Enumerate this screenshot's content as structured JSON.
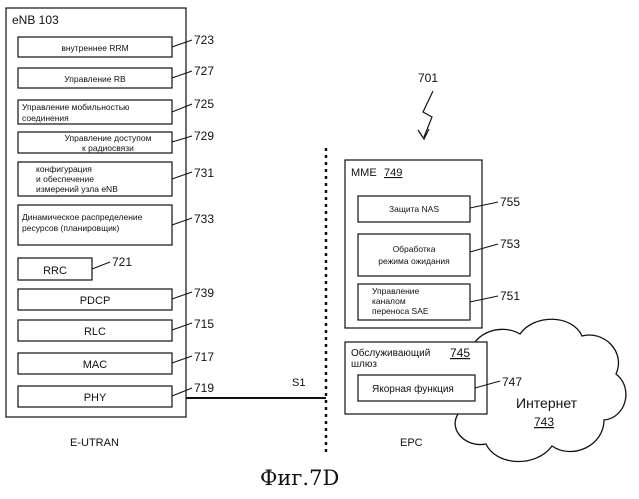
{
  "enb": {
    "title": "eNB 103",
    "modules": [
      {
        "lines": [
          "внутреннее RRM"
        ],
        "ref": "723"
      },
      {
        "lines": [
          "Управление RB"
        ],
        "ref": "727"
      },
      {
        "lines": [
          "Управление мобильностью",
          "соединения"
        ],
        "ref": "725"
      },
      {
        "lines": [
          "Управление доступом",
          "к радиосвязи"
        ],
        "ref": "729"
      },
      {
        "lines": [
          "конфигурация",
          "и обеспечение",
          "измерений узла eNB"
        ],
        "ref": "731"
      },
      {
        "lines": [
          "Динамическое распределение",
          "ресурсов (планировщик)"
        ],
        "ref": "733"
      }
    ],
    "layers": [
      {
        "label": "RRC",
        "ref": "721"
      },
      {
        "label": "PDCP",
        "ref": "739"
      },
      {
        "label": "RLC",
        "ref": "715"
      },
      {
        "label": "MAC",
        "ref": "717"
      },
      {
        "label": "PHY",
        "ref": "719"
      }
    ],
    "region_label": "E-UTRAN"
  },
  "system_ref": "701",
  "interface_label": "S1",
  "mme": {
    "title": "MME",
    "ref": "749",
    "modules": [
      {
        "lines": [
          "Защита NAS"
        ],
        "ref": "755"
      },
      {
        "lines": [
          "Обработка",
          "режима ожидания"
        ],
        "ref": "753"
      },
      {
        "lines": [
          "Управление",
          "каналом",
          "переноса SAE"
        ],
        "ref": "751"
      }
    ]
  },
  "gateway": {
    "title_lines": [
      "Обслуживающий",
      "шлюз"
    ],
    "ref": "745",
    "module": {
      "label": "Якорная функция",
      "ref": "747"
    }
  },
  "epc_label": "EPC",
  "internet": {
    "label": "Интернет",
    "ref": "743"
  },
  "figure_caption": "Фиг.7D"
}
